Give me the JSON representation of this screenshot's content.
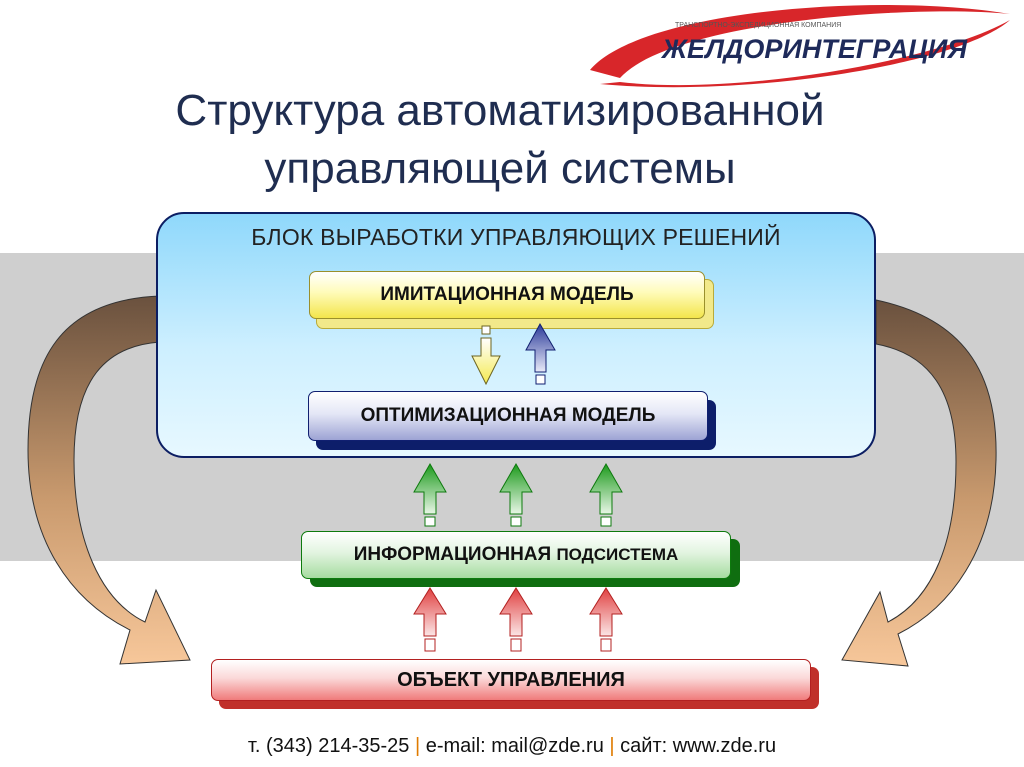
{
  "logo": {
    "small_text": "ТРАНСПОРТНО-ЭКСПЕДИЦИОННАЯ КОМПАНИЯ",
    "name": "ЖЕЛДОРИНТЕГРАЦИЯ"
  },
  "title": {
    "line1": "Структура автоматизированной",
    "line2": "управляющей системы"
  },
  "diagram": {
    "block_title": "БЛОК ВЫРАБОТКИ УПРАВЛЯЮЩИХ РЕШЕНИЙ",
    "simulation_model": "ИМИТАЦИОННАЯ МОДЕЛЬ",
    "optimization_model": "ОПТИМИЗАЦИОННАЯ МОДЕЛЬ",
    "info_subsystem_bold": "ИНФОРМАЦИОННАЯ",
    "info_subsystem_rest": "ПОДСИСТЕМА",
    "control_object": "ОБЪЕКТ УПРАВЛЕНИЯ"
  },
  "footer": {
    "phone": "т. (343) 214-35-25",
    "email": "e-mail: mail@zde.ru",
    "site": "сайт: www.zde.ru",
    "separator": "|"
  },
  "colors": {
    "title": "#1f2d50",
    "logo_red": "#d8262a",
    "logo_navy": "#1e2a5a",
    "yellow_box": "#f3e54c",
    "blue_box": "#101f70",
    "green_box": "#0d7a0d",
    "red_box": "#b32020",
    "band_gray": "#cfcfcf",
    "footer_separator": "#e07b00"
  }
}
